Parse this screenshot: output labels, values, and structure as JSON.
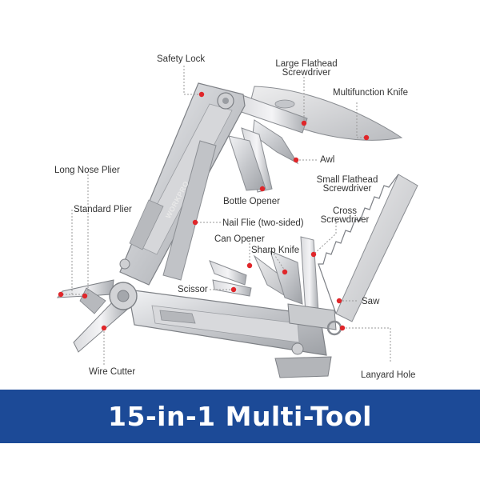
{
  "brand": "WORKPRO",
  "banner": {
    "title": "15-in-1 Multi-Tool",
    "color": "#1c4a97"
  },
  "colors": {
    "marker": "#e0262a",
    "leader": "#9a9a9a",
    "steel_light": "#e4e5e8",
    "steel_dark": "#8e9196"
  },
  "callouts": {
    "safety_lock": "Safety Lock",
    "large_flathead_line1": "Large Flathead",
    "large_flathead_line2": "Screwdriver",
    "multifunction_knife": "Multifunction Knife",
    "awl": "Awl",
    "long_nose_plier": "Long Nose Plier",
    "small_flathead_line1": "Small Flathead",
    "small_flathead_line2": "Screwdriver",
    "bottle_opener": "Bottle Opener",
    "standard_plier": "Standard Plier",
    "nail_file": "Nail Flie (two-sided)",
    "cross_line1": "Cross",
    "cross_line2": "Screwdriver",
    "can_opener": "Can Opener",
    "sharp_knife": "Sharp Knife",
    "scissor": "Scissor",
    "saw": "Saw",
    "wire_cutter": "Wire Cutter",
    "lanyard_hole": "Lanyard Hole"
  }
}
